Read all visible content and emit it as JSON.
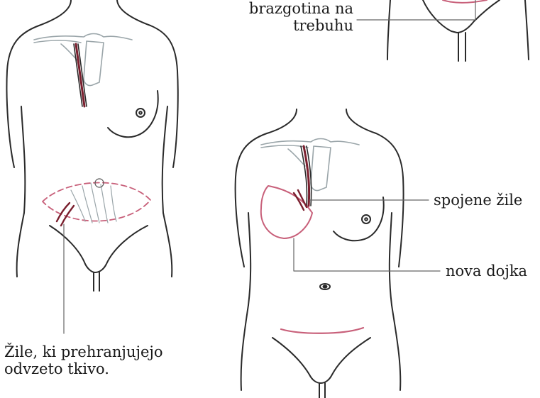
{
  "labels": {
    "abdomen_scar_line1": "brazgotina na",
    "abdomen_scar_line2": "trebuhu",
    "joined_vessels": "spojene žile",
    "new_breast": "nova dojka",
    "feeding_vessels_line1": "Žile, ki prehranjujejo",
    "feeding_vessels_line2": "odvzeto tkivo."
  },
  "colors": {
    "outline": "#2a2a2a",
    "bone": "#9aa5a9",
    "vessel": "#7a1f2e",
    "incision": "#c8607a",
    "leader": "#666666"
  }
}
